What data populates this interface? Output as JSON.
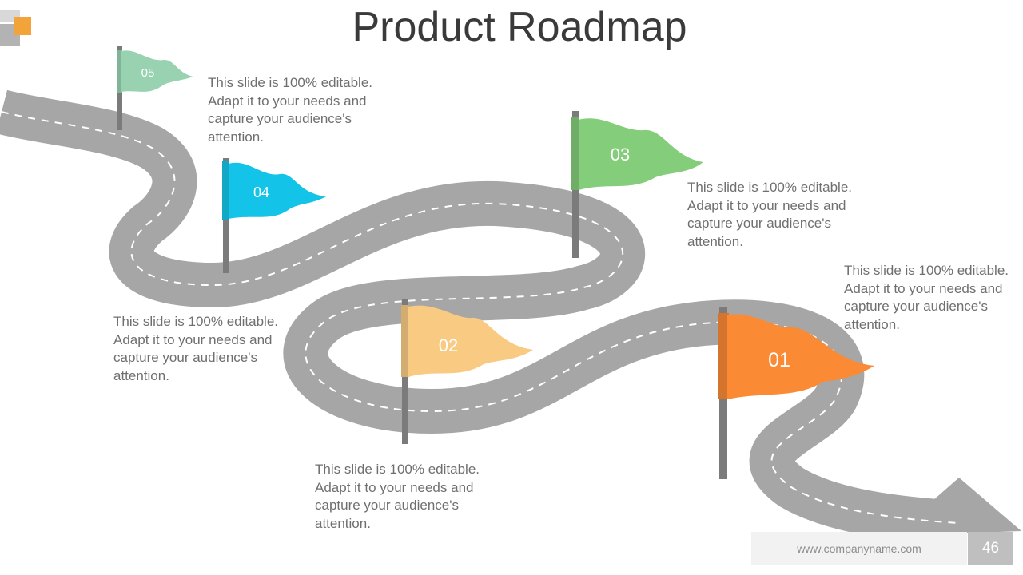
{
  "title": "Product Roadmap",
  "colors": {
    "road": "#a6a6a6",
    "pole": "#7b7b7b",
    "flag_01": "#fb8a35",
    "flag_02": "#f8ca82",
    "flag_03": "#84cd7a",
    "flag_04": "#14c4e8",
    "flag_05": "#98d2b0"
  },
  "milestones": [
    {
      "number": "01",
      "text": "This slide is 100% editable. Adapt it to your needs and capture your audience's attention."
    },
    {
      "number": "02",
      "text": "This slide is 100% editable. Adapt it to your needs and capture your audience's attention."
    },
    {
      "number": "03",
      "text": "This slide is 100% editable. Adapt it to your needs and capture your audience's attention."
    },
    {
      "number": "04",
      "text": "This slide is 100% editable. Adapt it to your needs and capture your audience's attention."
    },
    {
      "number": "05",
      "text": "This slide is 100% editable. Adapt it to your needs and capture your audience's attention."
    }
  ],
  "footer": {
    "url": "www.companyname.com",
    "page": "46"
  }
}
